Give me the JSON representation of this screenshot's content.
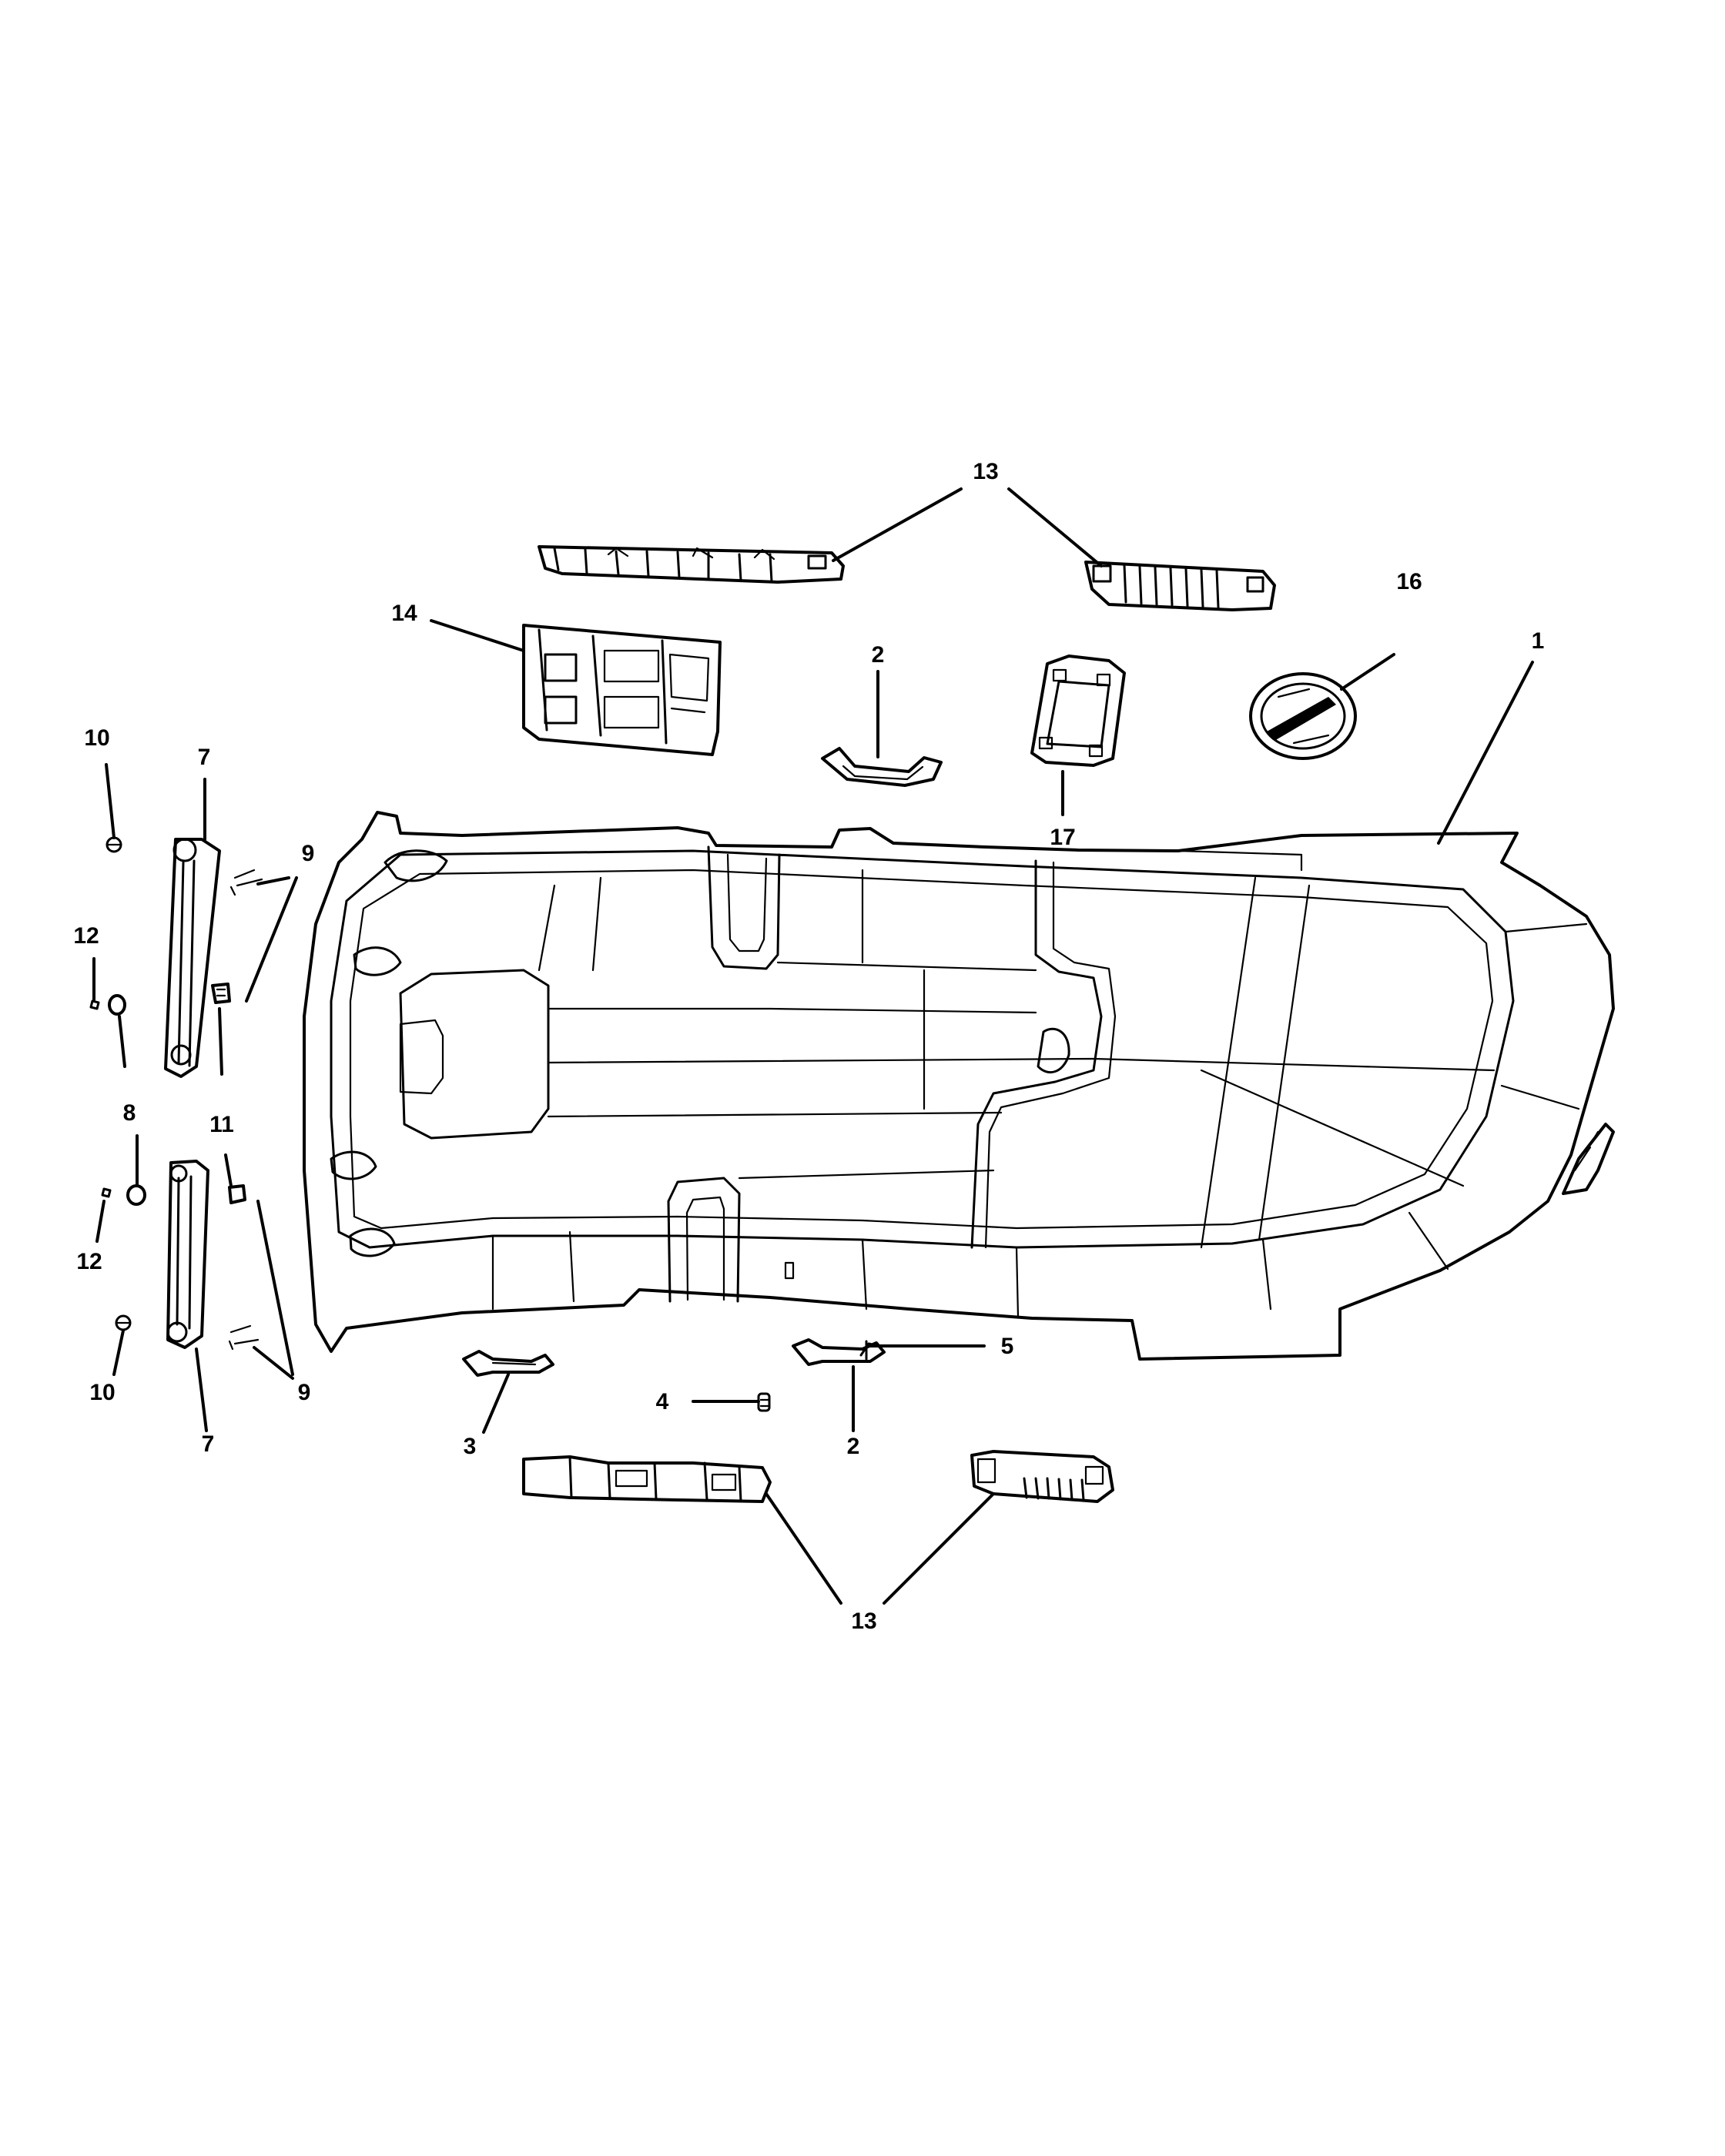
{
  "diagram": {
    "callouts": {
      "c1": "1",
      "c2a": "2",
      "c2b": "2",
      "c3": "3",
      "c4": "4",
      "c5": "5",
      "c7a": "7",
      "c7b": "7",
      "c8": "8",
      "c9a": "9",
      "c9b": "9",
      "c10a": "10",
      "c10b": "10",
      "c11": "11",
      "c12a": "12",
      "c12b": "12",
      "c13a": "13",
      "c13b": "13",
      "c14": "14",
      "c16": "16",
      "c17": "17"
    }
  }
}
